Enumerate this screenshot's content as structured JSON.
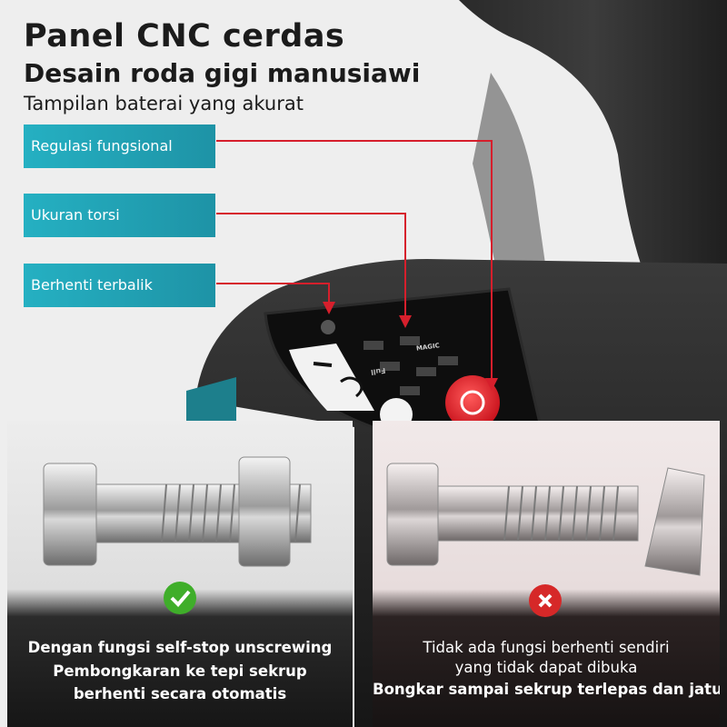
{
  "header": {
    "title": "Panel CNC cerdas",
    "subtitle": "Desain roda gigi manusiawi",
    "tagline": "Tampilan baterai yang akurat"
  },
  "callouts": [
    {
      "label": "Regulasi fungsional"
    },
    {
      "label": "Ukuran torsi"
    },
    {
      "label": "Berhenti terbalik"
    }
  ],
  "device": {
    "mode_label": "MAGIC",
    "full_label": "Full"
  },
  "comparison": {
    "good": {
      "line1": "Dengan fungsi self-stop unscrewing",
      "line2": "Pembongkaran ke tepi sekrup",
      "line3": "berhenti secara otomatis"
    },
    "bad": {
      "line1": "Tidak ada fungsi berhenti sendiri",
      "line2": "yang tidak dapat dibuka",
      "line3": "Bongkar sampai sekrup terlepas dan jatuh"
    }
  },
  "colors": {
    "accent": "#25b0c2",
    "arrow": "#d61f2c",
    "check": "#3fae2a",
    "cross": "#d62828"
  }
}
